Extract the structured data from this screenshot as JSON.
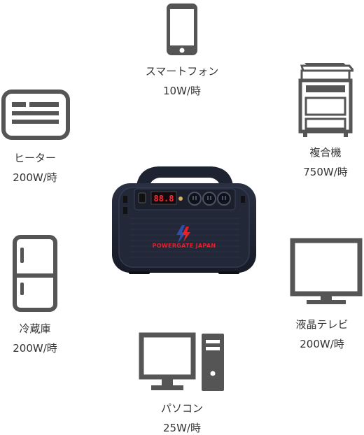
{
  "appliances": {
    "smartphone": {
      "name": "スマートフォン",
      "watts": "10W/時"
    },
    "heater": {
      "name": "ヒーター",
      "watts": "200W/時"
    },
    "copier": {
      "name": "複合機",
      "watts": "750W/時"
    },
    "fridge": {
      "name": "冷蔵庫",
      "watts": "200W/時"
    },
    "tv": {
      "name": "液晶テレビ",
      "watts": "200W/時"
    },
    "pc": {
      "name": "パソコン",
      "watts": "25W/時"
    }
  },
  "product": {
    "brand": "POWERGATE JAPAN",
    "display_value": "88.8"
  },
  "colors": {
    "icon_gray": "#555555",
    "device_body": "#1f2433",
    "display_red": "#ff2a3a",
    "brand_red": "#e3202c",
    "brand_blue": "#2c4fa8"
  }
}
